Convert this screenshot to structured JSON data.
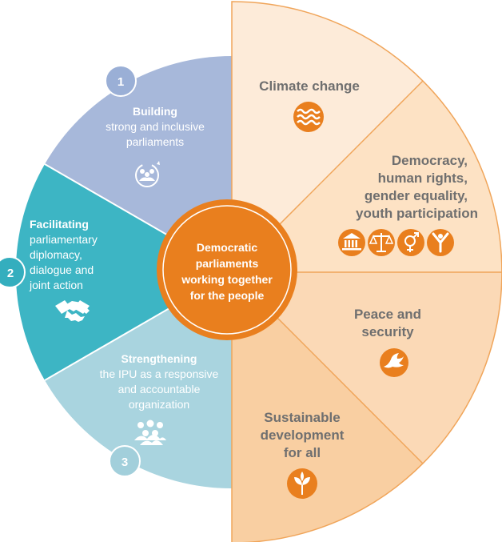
{
  "center": {
    "lines": [
      "Democratic",
      "parliaments",
      "working together",
      "for the people"
    ],
    "color": "#E97F1E"
  },
  "left_segments": [
    {
      "number": "1",
      "heading": "Building",
      "body": [
        "strong and inclusive",
        "parliaments"
      ],
      "icon": "people-cycle-icon",
      "color": "#A7B8DA",
      "badge_color": "#9AAFD6"
    },
    {
      "number": "2",
      "heading": "Facilitating",
      "body": [
        "parliamentary",
        "diplomacy,",
        "dialogue and",
        "joint action"
      ],
      "icon": "handshake-icon",
      "color": "#3DB5C4",
      "badge_color": "#34AEBE"
    },
    {
      "number": "3",
      "heading": "Strengthening",
      "body": [
        "the IPU as a responsive",
        "and accountable",
        "organization"
      ],
      "icon": "group-icon",
      "color": "#A9D4DF",
      "badge_color": "#A2CFDB"
    }
  ],
  "right_segments": [
    {
      "lines": [
        "Climate change"
      ],
      "icons": [
        "waves-icon"
      ],
      "color": "#FDEBD9"
    },
    {
      "lines": [
        "Democracy,",
        "human rights,",
        "gender equality,",
        "youth participation"
      ],
      "icons": [
        "parliament-building-icon",
        "scales-icon",
        "gender-icon",
        "youth-icon"
      ],
      "color": "#FDE2C4"
    },
    {
      "lines": [
        "Peace and",
        "security"
      ],
      "icons": [
        "dove-icon"
      ],
      "color": "#FBD9B6"
    },
    {
      "lines": [
        "Sustainable",
        "development",
        "for all"
      ],
      "icons": [
        "plant-icon"
      ],
      "color": "#F9CFA2"
    }
  ],
  "colors": {
    "orange": "#E97F1E",
    "divider": "#F0A55A",
    "grey_text": "#6F6F6F"
  }
}
